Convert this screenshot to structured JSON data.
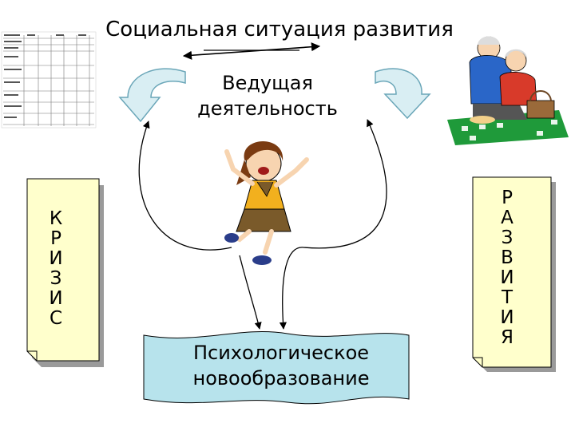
{
  "diagram": {
    "title": "Социальная ситуация развития",
    "center_label_line1": "Ведущая",
    "center_label_line2": "деятельность",
    "left_note_letters": [
      "К",
      "Р",
      "И",
      "З",
      "И",
      "С"
    ],
    "right_note_letters": [
      "Р",
      "А",
      "З",
      "В",
      "И",
      "Т",
      "И",
      "Я"
    ],
    "bottom_banner_line1": "Психологическое",
    "bottom_banner_line2": "новообразование"
  },
  "colors": {
    "banner_fill": "#b7e3ec",
    "note_fill": "#ffffcc",
    "curved_arrow_fill": "#d9eef3",
    "curved_arrow_stroke": "#6aa6b8",
    "shadow": "#9a9a9a",
    "girl_shirt": "#f2b01e",
    "girl_skirt": "#7a5a2a",
    "grandpa_shirt": "#2a66c8",
    "grandma_shirt": "#d83a2a",
    "picnic_cloth": "#1f9a3a"
  }
}
